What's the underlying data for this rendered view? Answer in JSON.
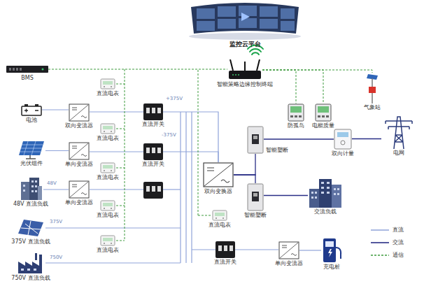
{
  "diagram": {
    "nodes": [
      {
        "text": [
          "监控云平台"
        ]
      },
      {
        "text": [
          "BMS"
        ]
      },
      {
        "text": [
          "电池"
        ]
      },
      {
        "text": [
          "光伏组件"
        ]
      },
      {
        "text": [
          "48V 直流负载"
        ]
      },
      {
        "text": [
          "375V 直流负载"
        ]
      },
      {
        "text": [
          "750V 直流负载"
        ]
      },
      {
        "text": [
          "双向变流器"
        ]
      },
      {
        "text": [
          "单向变流器"
        ]
      },
      {
        "text": [
          "单向变流器"
        ]
      },
      {
        "text": [
          "直流电表"
        ]
      },
      {
        "text": [
          "直流电表"
        ]
      },
      {
        "text": [
          "直流电表"
        ]
      },
      {
        "text": [
          "直流电表"
        ]
      },
      {
        "text": [
          "直流电表"
        ]
      },
      {
        "text": [
          "直流电表"
        ]
      },
      {
        "text": [
          "直流开关"
        ]
      },
      {
        "text": [
          "直流开关"
        ]
      },
      {
        "text": [
          "直流开关"
        ]
      },
      {
        "text": [
          "智能策略边缘控制终端"
        ]
      },
      {
        "text": [
          "气象站"
        ]
      },
      {
        "text": [
          "防孤岛"
        ]
      },
      {
        "text": [
          "电能质量"
        ]
      },
      {
        "text": [
          "智能塑断"
        ]
      },
      {
        "text": [
          "双向计量"
        ]
      },
      {
        "text": [
          "电网"
        ]
      },
      {
        "text": [
          "双向变换器"
        ]
      },
      {
        "text": [
          "智能塑断"
        ]
      },
      {
        "text": [
          "交流负载"
        ]
      },
      {
        "text": [
          "单向变流器"
        ]
      },
      {
        "text": [
          "充电桩"
        ]
      }
    ],
    "edges": [
      {
        "from": 2,
        "to": 7,
        "arrow": "none"
      },
      {
        "from": 7,
        "to": 16,
        "arrow": "none"
      },
      {
        "from": 3,
        "to": 8,
        "arrow": "none"
      },
      {
        "from": 8,
        "to": 17,
        "arrow": "none"
      },
      {
        "from": 4,
        "to": 9,
        "arrow": "none"
      },
      {
        "from": 16,
        "to": 26,
        "arrow": "none"
      },
      {
        "from": 17,
        "to": 26,
        "arrow": "none"
      },
      {
        "from": 26,
        "to": 23,
        "arrow": "none"
      },
      {
        "from": 26,
        "to": 27,
        "arrow": "none"
      },
      {
        "from": 23,
        "to": 24,
        "arrow": "none"
      },
      {
        "from": 24,
        "to": 25,
        "arrow": "none"
      },
      {
        "from": 27,
        "to": 28,
        "arrow": "none"
      },
      {
        "from": 18,
        "to": 29,
        "arrow": "none"
      },
      {
        "from": 29,
        "to": 30,
        "arrow": "none"
      },
      {
        "from": 1,
        "to": 19,
        "arrow": "none"
      },
      {
        "from": 19,
        "to": 20,
        "arrow": "none"
      },
      {
        "from": 19,
        "to": 21,
        "arrow": "none"
      },
      {
        "from": 19,
        "to": 22,
        "arrow": "none"
      }
    ],
    "labels": [
      "+375V",
      "-375V",
      "48V",
      "375V",
      "750V"
    ],
    "legend": [
      {
        "text": "直流"
      },
      {
        "text": "交流"
      },
      {
        "text": "通信"
      }
    ]
  }
}
